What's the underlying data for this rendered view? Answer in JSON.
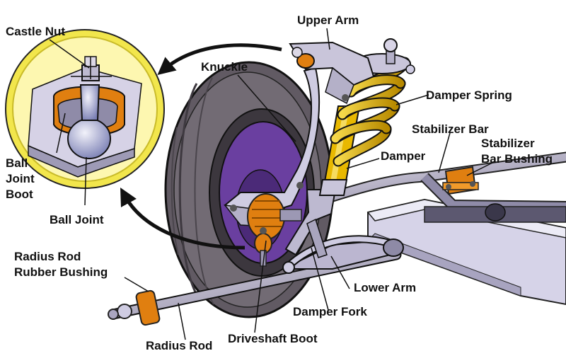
{
  "labels": {
    "castle_nut": "Castle Nut",
    "ball_joint_boot_1": "Ball",
    "ball_joint_boot_2": "Joint",
    "ball_joint_boot_3": "Boot",
    "ball_joint": "Ball Joint",
    "knuckle": "Knuckle",
    "upper_arm": "Upper Arm",
    "damper_spring": "Damper Spring",
    "stabilizer_bar": "Stabilizer Bar",
    "stabilizer_bar_bushing_1": "Stabilizer",
    "stabilizer_bar_bushing_2": "Bar Bushing",
    "damper": "Damper",
    "radius_rod_rubber_bushing_1": "Radius Rod",
    "radius_rod_rubber_bushing_2": "Rubber Bushing",
    "lower_arm": "Lower Arm",
    "damper_fork": "Damper Fork",
    "driveshaft_boot": "Driveshaft Boot",
    "radius_rod": "Radius Rod"
  },
  "colors": {
    "tire": "#6e6870",
    "tire_dark": "#3c373e",
    "hub": "#6a3fa0",
    "metal": "#bbb6c8",
    "metal_dark": "#6e6a7e",
    "spring": "#e8b800",
    "boot": "#e07f10",
    "inset_bg": "#fdf7b0",
    "inset_ring": "#f2e64c",
    "frame": "#cfcce2"
  }
}
